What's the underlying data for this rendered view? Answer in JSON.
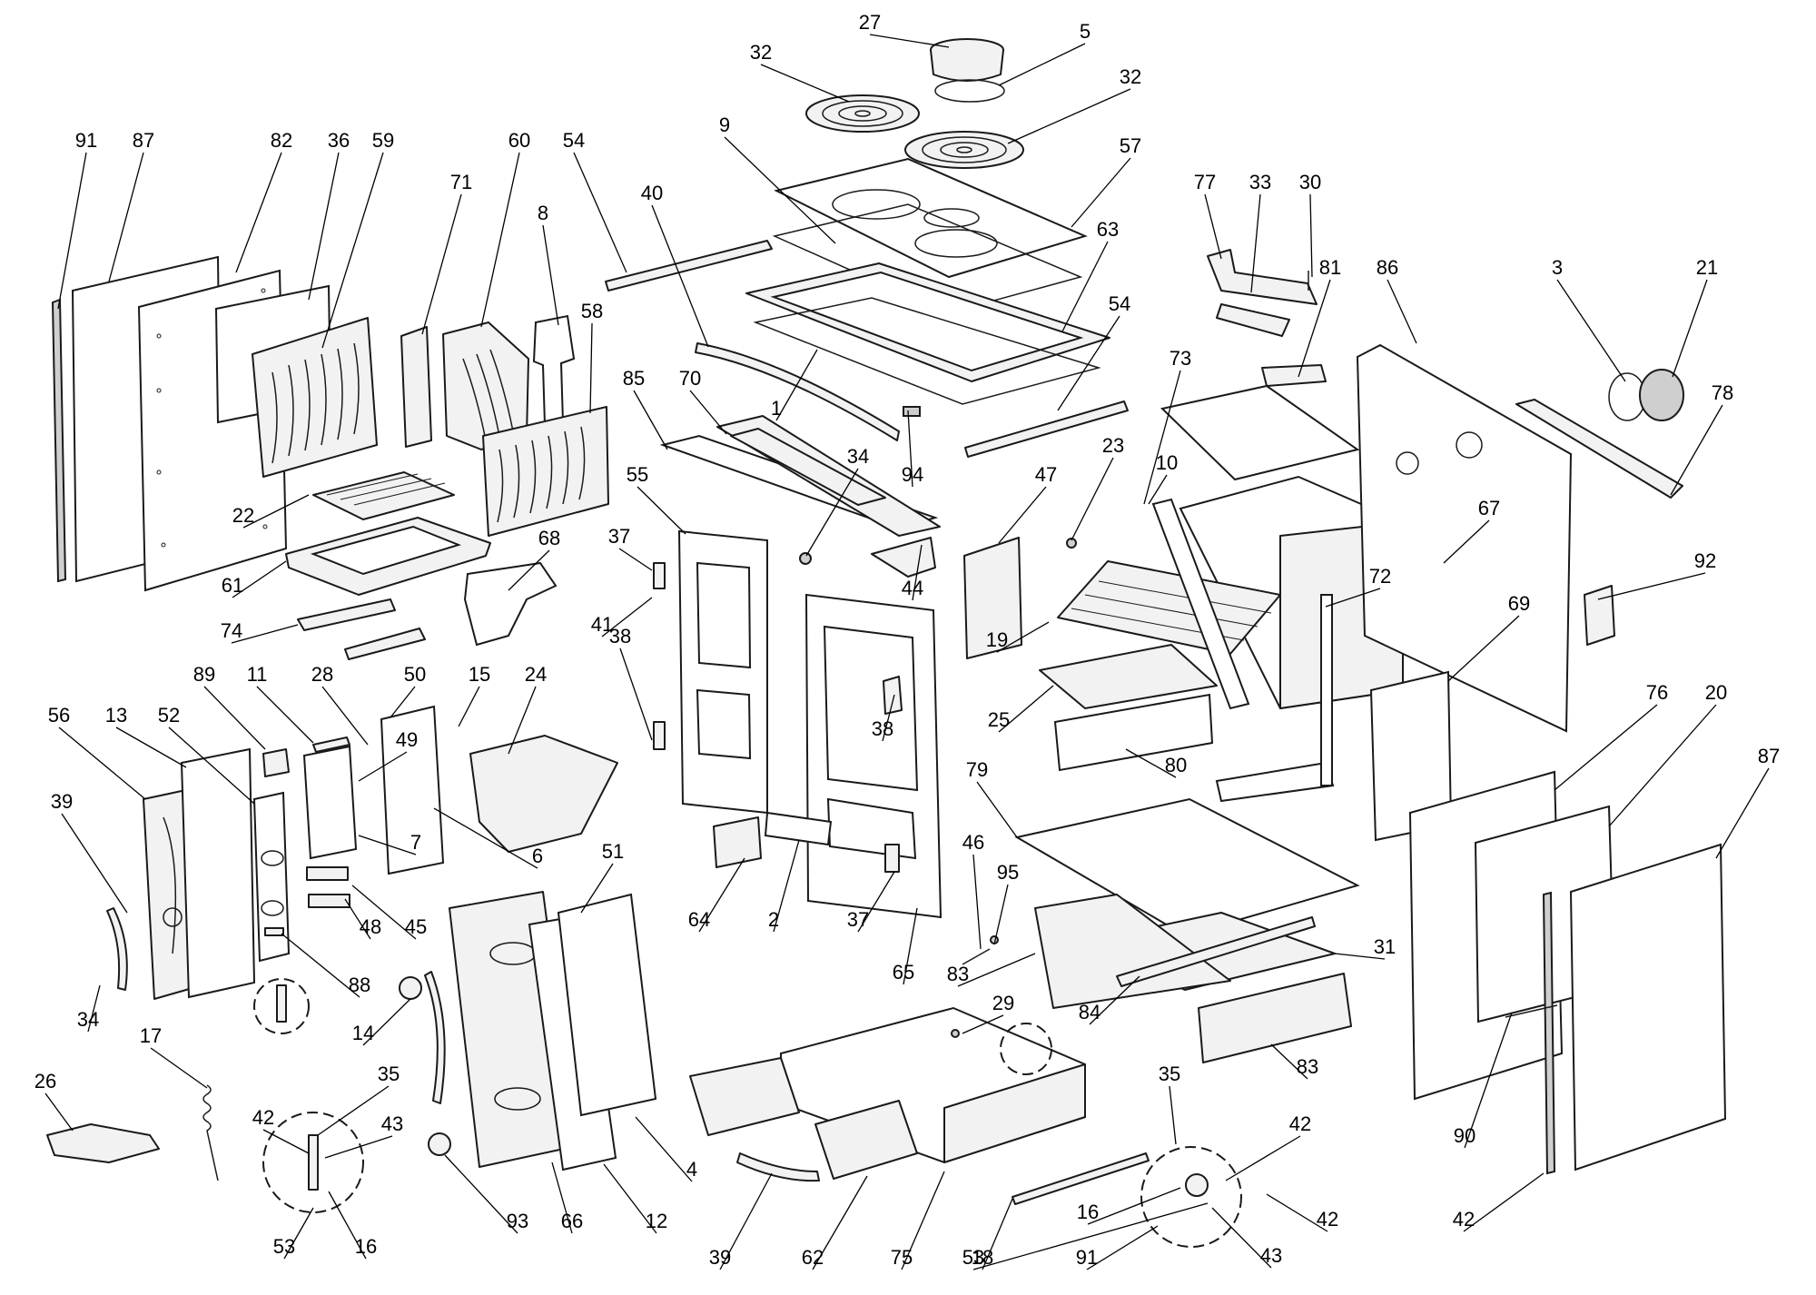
{
  "diagram": {
    "type": "exploded-parts-diagram",
    "background": "#ffffff",
    "line_color": "#1a1a1a"
  },
  "callouts": [
    {
      "label": "91"
    },
    {
      "label": "87"
    },
    {
      "label": "82"
    },
    {
      "label": "36"
    },
    {
      "label": "59"
    },
    {
      "label": "60"
    },
    {
      "label": "54"
    },
    {
      "label": "40"
    },
    {
      "label": "9"
    },
    {
      "label": "32"
    },
    {
      "label": "27"
    },
    {
      "label": "5"
    },
    {
      "label": "32"
    },
    {
      "label": "57"
    },
    {
      "label": "63"
    },
    {
      "label": "77"
    },
    {
      "label": "33"
    },
    {
      "label": "30"
    },
    {
      "label": "81"
    },
    {
      "label": "86"
    },
    {
      "label": "3"
    },
    {
      "label": "21"
    },
    {
      "label": "78"
    },
    {
      "label": "71"
    },
    {
      "label": "8"
    },
    {
      "label": "58"
    },
    {
      "label": "85"
    },
    {
      "label": "70"
    },
    {
      "label": "1"
    },
    {
      "label": "54"
    },
    {
      "label": "94"
    },
    {
      "label": "73"
    },
    {
      "label": "34"
    },
    {
      "label": "23"
    },
    {
      "label": "47"
    },
    {
      "label": "10"
    },
    {
      "label": "55"
    },
    {
      "label": "22"
    },
    {
      "label": "61"
    },
    {
      "label": "68"
    },
    {
      "label": "37"
    },
    {
      "label": "44"
    },
    {
      "label": "67"
    },
    {
      "label": "72"
    },
    {
      "label": "41"
    },
    {
      "label": "74"
    },
    {
      "label": "19"
    },
    {
      "label": "69"
    },
    {
      "label": "92"
    },
    {
      "label": "25"
    },
    {
      "label": "38"
    },
    {
      "label": "89"
    },
    {
      "label": "11"
    },
    {
      "label": "28"
    },
    {
      "label": "50"
    },
    {
      "label": "15"
    },
    {
      "label": "24"
    },
    {
      "label": "56"
    },
    {
      "label": "13"
    },
    {
      "label": "52"
    },
    {
      "label": "49"
    },
    {
      "label": "38"
    },
    {
      "label": "80"
    },
    {
      "label": "76"
    },
    {
      "label": "20"
    },
    {
      "label": "87"
    },
    {
      "label": "39"
    },
    {
      "label": "79"
    },
    {
      "label": "7"
    },
    {
      "label": "6"
    },
    {
      "label": "45"
    },
    {
      "label": "48"
    },
    {
      "label": "51"
    },
    {
      "label": "46"
    },
    {
      "label": "95"
    },
    {
      "label": "64"
    },
    {
      "label": "2"
    },
    {
      "label": "37"
    },
    {
      "label": "31"
    },
    {
      "label": "88"
    },
    {
      "label": "34"
    },
    {
      "label": "14"
    },
    {
      "label": "65"
    },
    {
      "label": "83"
    },
    {
      "label": "29"
    },
    {
      "label": "84"
    },
    {
      "label": "17"
    },
    {
      "label": "26"
    },
    {
      "label": "35"
    },
    {
      "label": "42"
    },
    {
      "label": "43"
    },
    {
      "label": "83"
    },
    {
      "label": "35"
    },
    {
      "label": "90"
    },
    {
      "label": "4"
    },
    {
      "label": "42"
    },
    {
      "label": "42"
    },
    {
      "label": "53"
    },
    {
      "label": "93"
    },
    {
      "label": "66"
    },
    {
      "label": "12"
    },
    {
      "label": "16"
    },
    {
      "label": "39"
    },
    {
      "label": "62"
    },
    {
      "label": "75"
    },
    {
      "label": "18"
    },
    {
      "label": "16"
    },
    {
      "label": "42"
    },
    {
      "label": "91"
    },
    {
      "label": "43"
    },
    {
      "label": "53"
    }
  ]
}
